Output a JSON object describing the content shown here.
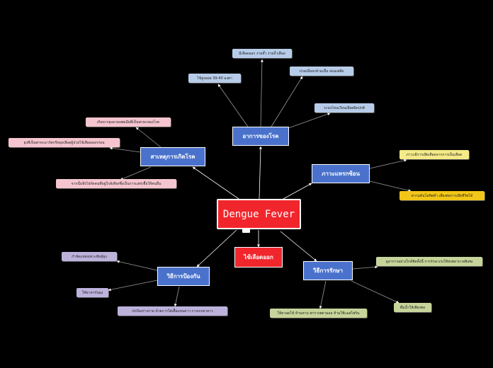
{
  "central": {
    "title": "Dengue Fever",
    "subtitle": "ไข้เลือดออก"
  },
  "branches": {
    "symptoms": {
      "label": "อาการของโรค",
      "items": [
        "ไข้สูงลอย 39-40 องศา",
        "มีเลือดออก ง่ายช้ำ ง่ายจ้ำเลือด",
        "ปวดเมื่อยกล้ามเนื้อ อ่อนเพลีย",
        "ระบบไหลเวียนเลือดผิดปกติ"
      ]
    },
    "causes": {
      "label": "สาเหตุการเกิดโรค",
      "items": [
        "เกิดจากยุงลายเพศเมียที่เป็นพาหะของโรค",
        "ยุงที่เป็นพาหะมากัดกรีดยุงเลือดผู้ป่วยไข้เลือดออกก่อน",
        "จากนั้นจึงไปกัดคนที่อยู่ใกล้เคียงซึ่งเป็นการแพร่เชื้อให้คนอื่น"
      ]
    },
    "complications": {
      "label": "ภาวะแทรกซ้อน",
      "items": [
        "ภาวะมีการเสียเลือดจากการเป็นเลือด",
        "ความดันโลหิตต่ำ เสี่ยงต่อการเสียชีวิตได้"
      ]
    },
    "treatment": {
      "label": "วิธีการรักษา",
      "items": [
        "ดูอาการอย่างใกล้ชิดทั้งนี้ การรักษาเร่งให้ส่งพยาบาลพิเศษ",
        "ดื่มน้ำให้เพียงพอ",
        "ให้ยาลดไข้ ห้ามทาน พาราเซตามอล ห้ามใช้แอสไพริน"
      ]
    },
    "prevention": {
      "label": "วิธีการป้องกัน",
      "items": [
        "กำจัดแหล่งเพาะพันธุ์ยุง",
        "ใช้ยาทากันยุง",
        "ปกป้องร่างกาย ด้วยการใส่เสื้อแขนยาว กางเกงขายาว"
      ]
    }
  },
  "colors": {
    "background": "#000000",
    "central": "#f1262d",
    "branch": "#4a72cc",
    "symptoms_leaf": "#b7cce8",
    "causes_leaf": "#f5c5cf",
    "complications_leaf_1": "#f4ea88",
    "complications_leaf_2": "#f1c619",
    "treatment_leaf": "#c7d59a",
    "prevention_leaf": "#bdb2dc",
    "connector": "#9a9a9a"
  }
}
